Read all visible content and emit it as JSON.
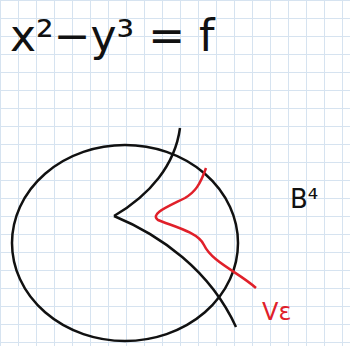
{
  "diagram": {
    "labels": [
      "x²−y³ = f",
      "B⁴",
      "Vε"
    ]
  }
}
